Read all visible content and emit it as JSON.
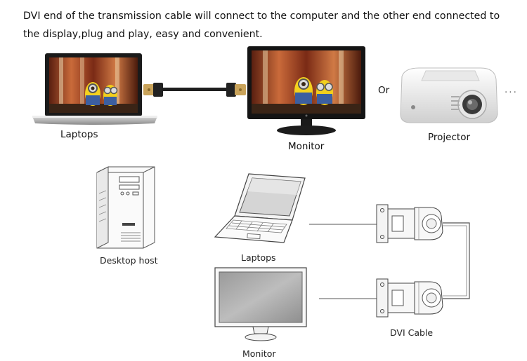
{
  "intro": {
    "line1": "DVI end of the transmission cable will connect to the computer and the other end connected to",
    "line2": "the display,plug and play, easy and convenient."
  },
  "top": {
    "laptop_label": "Laptops",
    "monitor_label": "Monitor",
    "or_label": "Or",
    "projector_label": "Projector",
    "ellipsis": "..."
  },
  "bottom": {
    "desktop_label": "Desktop host",
    "laptop_label": "Laptops",
    "monitor_label": "Monitor",
    "cable_label": "DVI Cable"
  }
}
